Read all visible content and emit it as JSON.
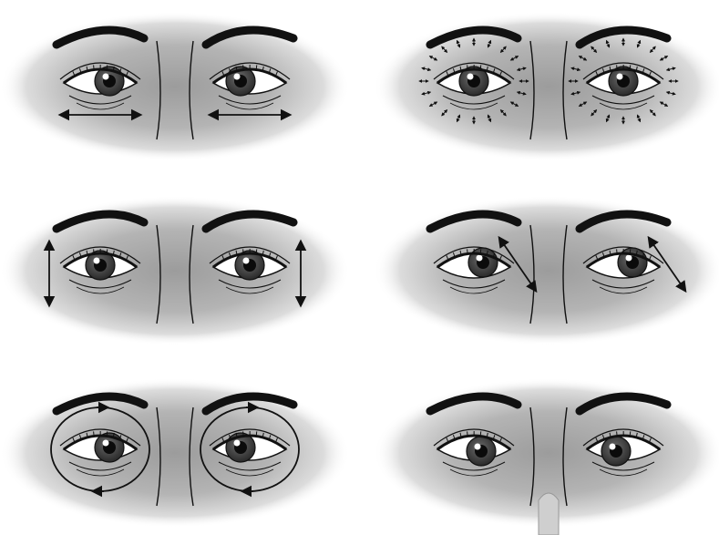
{
  "figure": {
    "panels": [
      {
        "exercise": "horizontal-look",
        "arrows": "horizontal",
        "gaze": "side"
      },
      {
        "exercise": "radial-massage",
        "arrows": "radial",
        "gaze": "center"
      },
      {
        "exercise": "vertical-look",
        "arrows": "vertical",
        "gaze": "center"
      },
      {
        "exercise": "diagonal-look",
        "arrows": "diagonal",
        "gaze": "up-right"
      },
      {
        "exercise": "circular-rotation",
        "arrows": "circular",
        "gaze": "side"
      },
      {
        "exercise": "near-focus-finger",
        "arrows": "none",
        "gaze": "converge-down"
      }
    ],
    "colors": {
      "ink": "#111111",
      "iris": "#3a3a3a",
      "pupil": "#0b0b0b",
      "halo_center": "#9a9a9a",
      "halo_edge": "#ffffff"
    }
  }
}
